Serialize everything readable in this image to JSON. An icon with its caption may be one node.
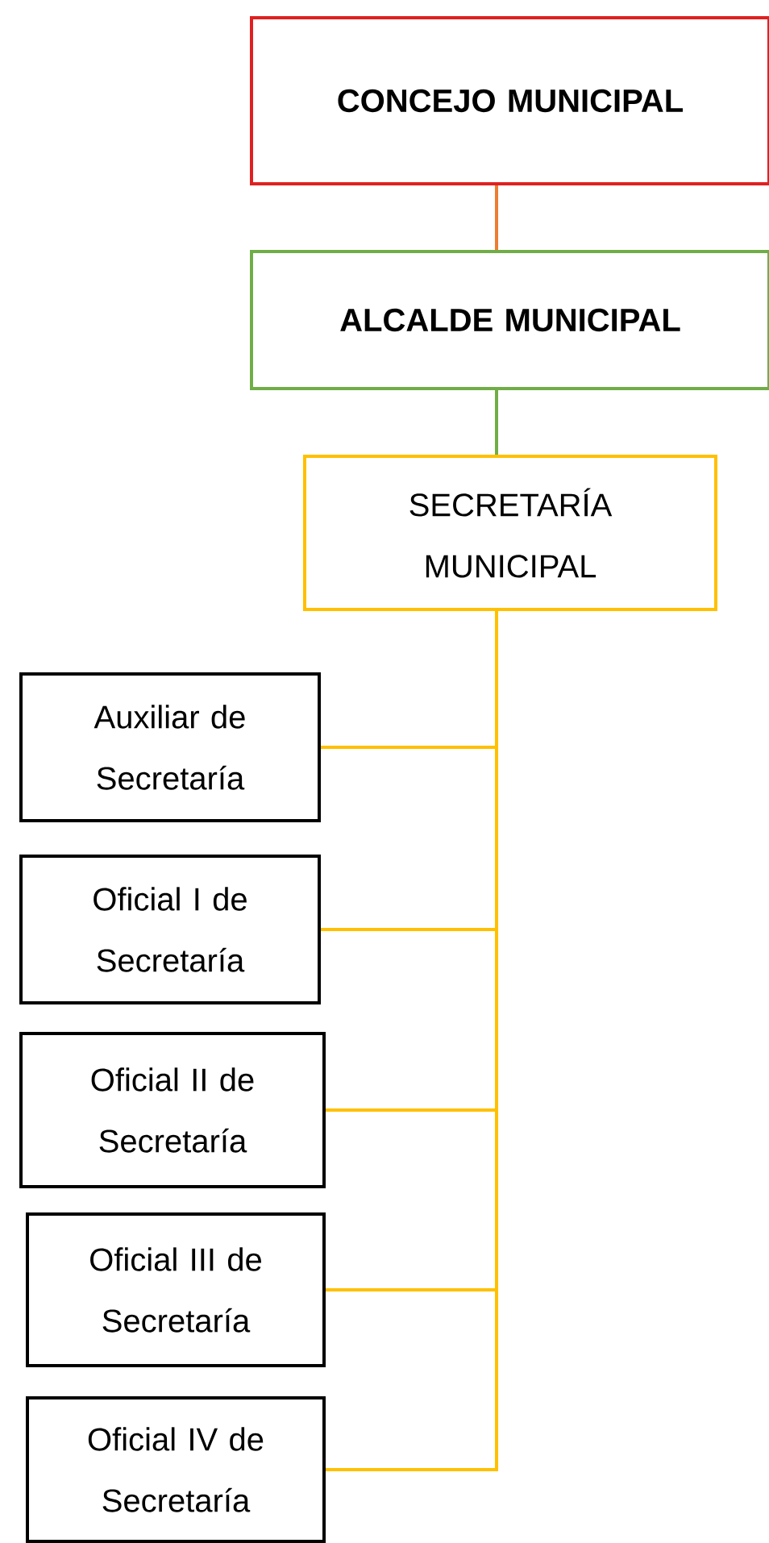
{
  "diagram": {
    "nodes": [
      {
        "text": [
          "CONCEJO MUNICIPAL"
        ]
      },
      {
        "text": [
          "ALCALDE MUNICIPAL"
        ]
      },
      {
        "text": [
          "SECRETARÍA MUNICIPAL"
        ]
      },
      {
        "text": [
          "Auxiliar de Secretaría"
        ]
      },
      {
        "text": [
          "Oficial I de Secretaría"
        ]
      },
      {
        "text": [
          "Oficial II de Secretaría"
        ]
      },
      {
        "text": [
          "Oficial III de Secretaría"
        ]
      },
      {
        "text": [
          "Oficial IV de Secretaría"
        ]
      }
    ],
    "edges": [
      {
        "from": 0,
        "to": 1,
        "arrow": "none",
        "color": "#ed7d31"
      },
      {
        "from": 1,
        "to": 2,
        "arrow": "none",
        "color": "#70ad47"
      },
      {
        "from": 2,
        "to": 3,
        "arrow": "none"
      },
      {
        "from": 2,
        "to": 4,
        "arrow": "none"
      },
      {
        "from": 2,
        "to": 5,
        "arrow": "none"
      },
      {
        "from": 2,
        "to": 6,
        "arrow": "none"
      },
      {
        "from": 2,
        "to": 7,
        "arrow": "none"
      }
    ]
  }
}
